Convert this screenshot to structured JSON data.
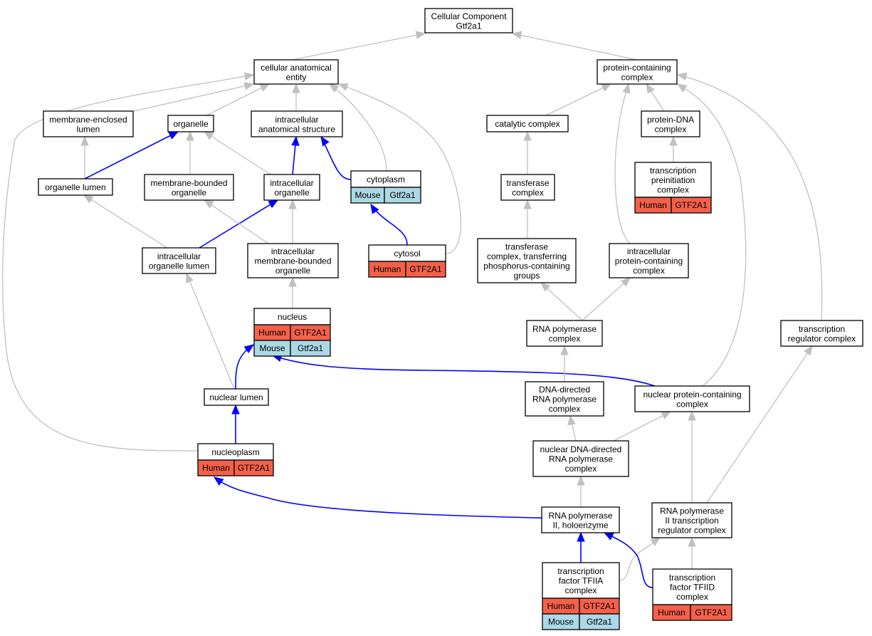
{
  "colors": {
    "human": "#f4604a",
    "mouse": "#abd8e6",
    "edge_gray": "#c0c0c0",
    "edge_blue": "#0000ff"
  },
  "nodes": {
    "root": [
      "Cellular Component",
      "Gtf2a1"
    ],
    "cae": [
      "cellular anatomical",
      "entity"
    ],
    "pcc": [
      "protein-containing",
      "complex"
    ],
    "mel": [
      "membrane-enclosed",
      "lumen"
    ],
    "org": [
      "organelle"
    ],
    "ias": [
      "intracellular",
      "anatomical structure"
    ],
    "cat": [
      "catalytic complex"
    ],
    "pdna": [
      "protein-DNA",
      "complex"
    ],
    "orgl": [
      "organelle lumen"
    ],
    "mbo": [
      "membrane-bounded",
      "organelle"
    ],
    "io": [
      "intracellular",
      "organelle"
    ],
    "cyto": [
      "cytoplasm"
    ],
    "trf": [
      "transferase",
      "complex"
    ],
    "tpic": [
      "transcription",
      "preinitiation",
      "complex"
    ],
    "iol": [
      "intracellular",
      "organelle lumen"
    ],
    "imbo": [
      "intracellular",
      "membrane-bounded",
      "organelle"
    ],
    "cytosol": [
      "cytosol"
    ],
    "trfp": [
      "transferase",
      "complex, transferring",
      "phosphorus-containing",
      "groups"
    ],
    "ipcc": [
      "intracellular",
      "protein-containing",
      "complex"
    ],
    "nucleus": [
      "nucleus"
    ],
    "rnap": [
      "RNA polymerase",
      "complex"
    ],
    "trc": [
      "transcription",
      "regulator complex"
    ],
    "nl": [
      "nuclear lumen"
    ],
    "ddrp": [
      "DNA-directed",
      "RNA polymerase",
      "complex"
    ],
    "npcc": [
      "nuclear protein-containing",
      "complex"
    ],
    "np": [
      "nucleoplasm"
    ],
    "nddrp": [
      "nuclear DNA-directed",
      "RNA polymerase",
      "complex"
    ],
    "rnap2h": [
      "RNA polymerase",
      "II, holoenzyme"
    ],
    "rnap2trc": [
      "RNA polymerase",
      "II transcription",
      "regulator complex"
    ],
    "tf2a": [
      "transcription",
      "factor TFIIA",
      "complex"
    ],
    "tf2d": [
      "transcription",
      "factor TFIID",
      "complex"
    ]
  },
  "annotations": {
    "cyto": [
      [
        "Mouse",
        "Gtf2a1"
      ]
    ],
    "tpic": [
      [
        "Human",
        "GTF2A1"
      ]
    ],
    "cytosol": [
      [
        "Human",
        "GTF2A1"
      ]
    ],
    "nucleus": [
      [
        "Human",
        "GTF2A1"
      ],
      [
        "Mouse",
        "Gtf2a1"
      ]
    ],
    "np": [
      [
        "Human",
        "GTF2A1"
      ]
    ],
    "tf2a": [
      [
        "Human",
        "GTF2A1"
      ],
      [
        "Mouse",
        "Gtf2a1"
      ]
    ],
    "tf2d": [
      [
        "Human",
        "GTF2A1"
      ]
    ]
  }
}
